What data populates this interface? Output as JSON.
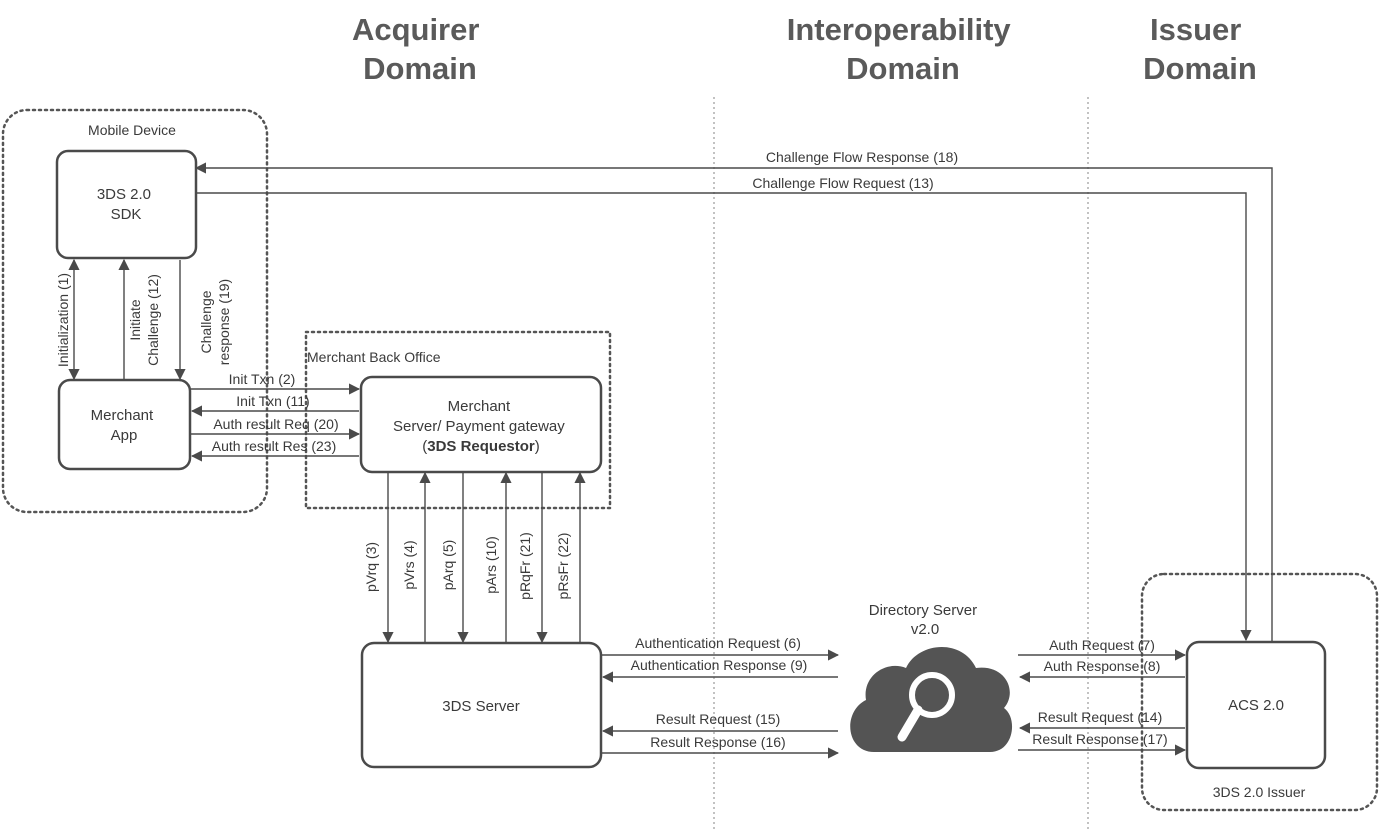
{
  "domains": {
    "acquirer": [
      "Acquirer",
      "Domain"
    ],
    "interop": [
      "Interoperability",
      "Domain"
    ],
    "issuer": [
      "Issuer",
      "Domain"
    ]
  },
  "groups": {
    "mobile_device": "Mobile Device",
    "back_office": "Merchant Back Office",
    "issuer": "3DS 2.0 Issuer"
  },
  "nodes": {
    "sdk": [
      "3DS 2.0",
      "SDK"
    ],
    "merchant_app": [
      "Merchant",
      "App"
    ],
    "merchant_server": [
      "Merchant",
      "Server/ Payment gateway",
      "(",
      "3DS Requestor",
      ")"
    ],
    "server_3ds": "3DS Server",
    "directory_server": [
      "Directory Server",
      "v2.0"
    ],
    "acs": "ACS 2.0"
  },
  "flows": {
    "challenge_flow_response": "Challenge Flow Response (18)",
    "challenge_flow_request": "Challenge Flow Request (13)",
    "initialization": "Initialization (1)",
    "initiate_challenge": [
      "Initiate",
      "Challenge (12)"
    ],
    "challenge_response": [
      "Challenge",
      "response (19)"
    ],
    "init_txn_2": "Init Txn (2)",
    "init_txn_11": "Init Txn (11)",
    "auth_result_req": "Auth result Req (20)",
    "auth_result_res": "Auth result Res (23)",
    "pvrq": "pVrq (3)",
    "pvrs": "pVrs (4)",
    "parq": "pArq (5)",
    "pars": "pArs (10)",
    "prqfr": "pRqFr (21)",
    "prsfr": "pRsFr (22)",
    "authentication_request": "Authentication Request (6)",
    "authentication_response": "Authentication Response (9)",
    "result_request_15": "Result Request (15)",
    "result_response_16": "Result Response (16)",
    "auth_request_7": "Auth Request (7)",
    "auth_response_8": "Auth Response (8)",
    "result_request_14": "Result Request (14)",
    "result_response_17": "Result Response (17)"
  }
}
